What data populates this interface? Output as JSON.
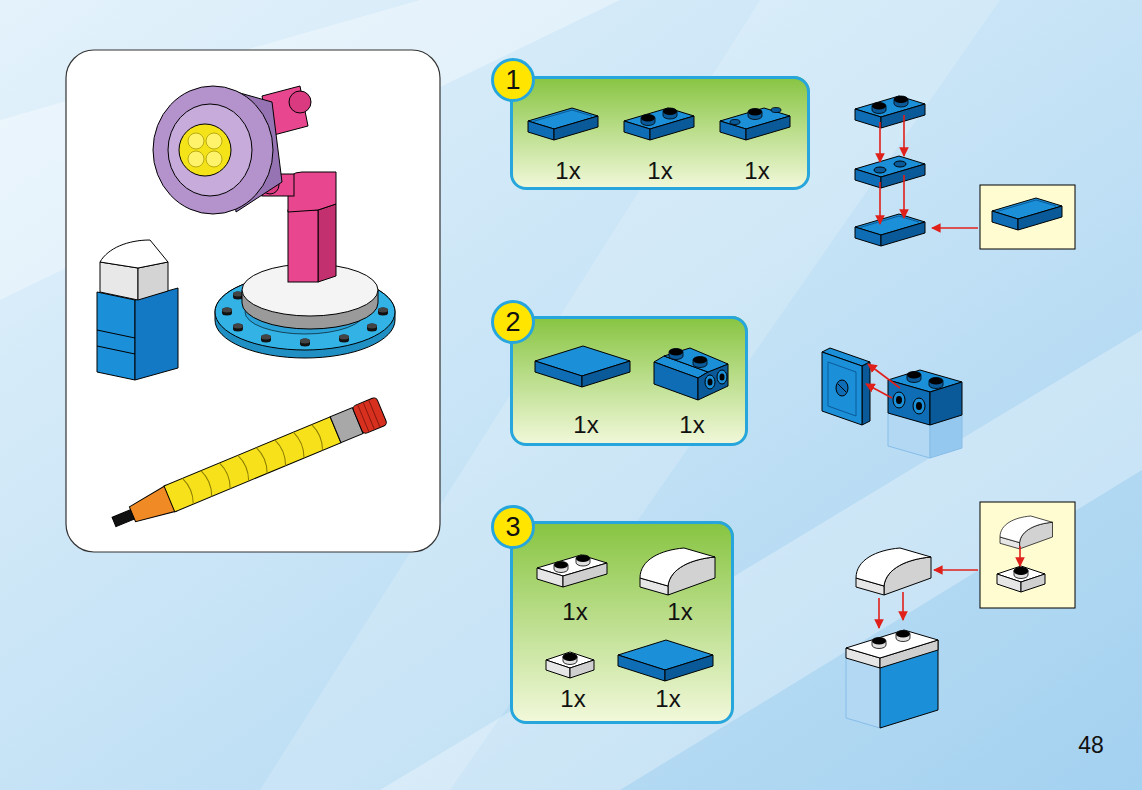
{
  "diagram": {
    "nodes": [
      {
        "text": [
          "1"
        ]
      },
      {
        "text": [
          "1x",
          "1x",
          "1x"
        ]
      },
      {
        "text": [
          "2"
        ]
      },
      {
        "text": [
          "1x",
          "1x"
        ]
      },
      {
        "text": [
          "3"
        ]
      },
      {
        "text": [
          "1x",
          "1x",
          "1x",
          "1x"
        ]
      }
    ],
    "labels": [
      "48"
    ]
  }
}
